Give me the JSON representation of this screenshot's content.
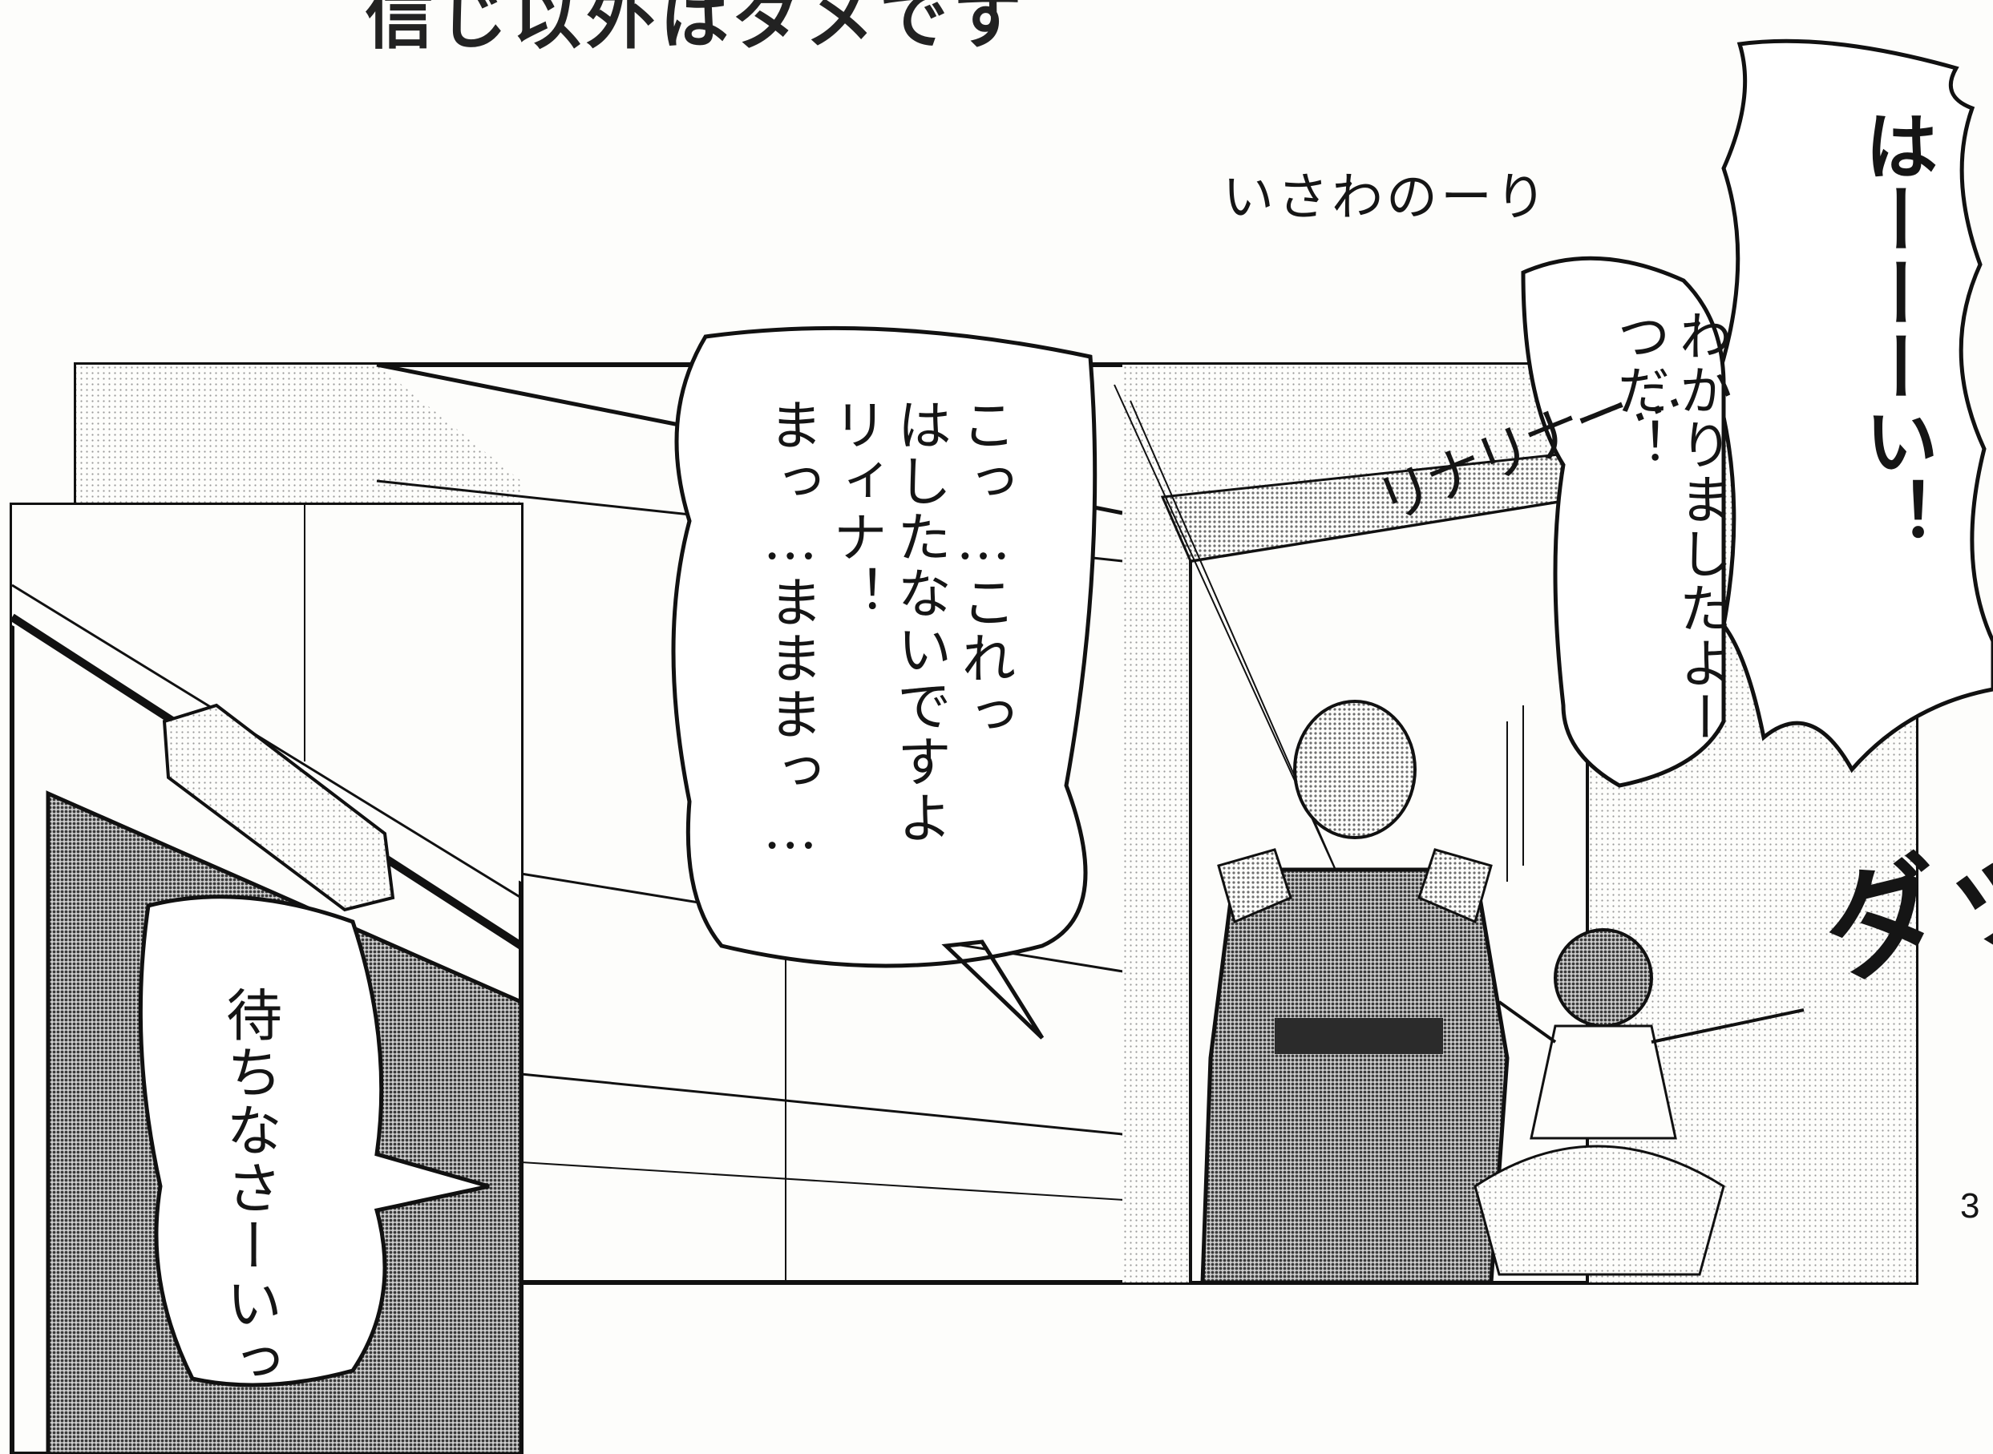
{
  "page": {
    "title_strip": "信じ以外はダメです",
    "page_number": "3"
  },
  "sfx": {
    "isawa": "いさわのーり",
    "rinarina": "リナリナー…",
    "da": "ダッ"
  },
  "bubbles": {
    "center": "こっ…これっ\nはしたないですよ\nリィナ！\nまっ…まままっ…",
    "right_shout": "はーーーい！",
    "right_reply": "わかりましたよー\nつだ！",
    "left": "待ちなさーいっ"
  },
  "colors": {
    "ink": "#151515",
    "screentone_gray": "#9a9a9a",
    "paper": "#fdfdfb"
  }
}
